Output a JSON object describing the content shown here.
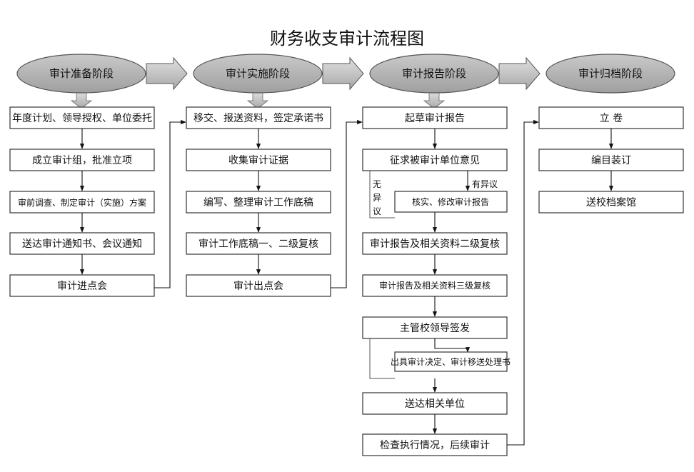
{
  "title": "财务收支审计流程图",
  "colors": {
    "stage_fill": "#b7b7b7",
    "stage_stroke": "#555555",
    "arrow_fill": "#c4c4c4",
    "box_stroke": "#333333"
  },
  "stages": [
    "审计准备阶段",
    "审计实施阶段",
    "审计报告阶段",
    "审计归档阶段"
  ],
  "col1": [
    "年度计划、领导授权、单位委托",
    "成立审计组，批准立项",
    "审前调查、制定审计（实施）方案",
    "送达审计通知书、会议通知",
    "审计进点会"
  ],
  "col2": [
    "移交、报送资料，签定承诺书",
    "收集审计证据",
    "编写、整理审计工作底稿",
    "审计工作底稿一、二级复核",
    "审计出点会"
  ],
  "col3": {
    "b1": "起草审计报告",
    "b2": "征求被审计单位意见",
    "no_objection": [
      "无",
      "异",
      "议"
    ],
    "has_objection": "有异议",
    "b3": "核实、修改审计报告",
    "b4": "审计报告及相关资料二级复核",
    "b5": "审计报告及相关资料三级复核",
    "b6": "主管校领导签发",
    "b7": "出具审计决定、审计移送处理书",
    "b8": "送达相关单位",
    "b9": "检查执行情况，后续审计"
  },
  "col4": [
    "立 卷",
    "编目装订",
    "送校档案馆"
  ]
}
